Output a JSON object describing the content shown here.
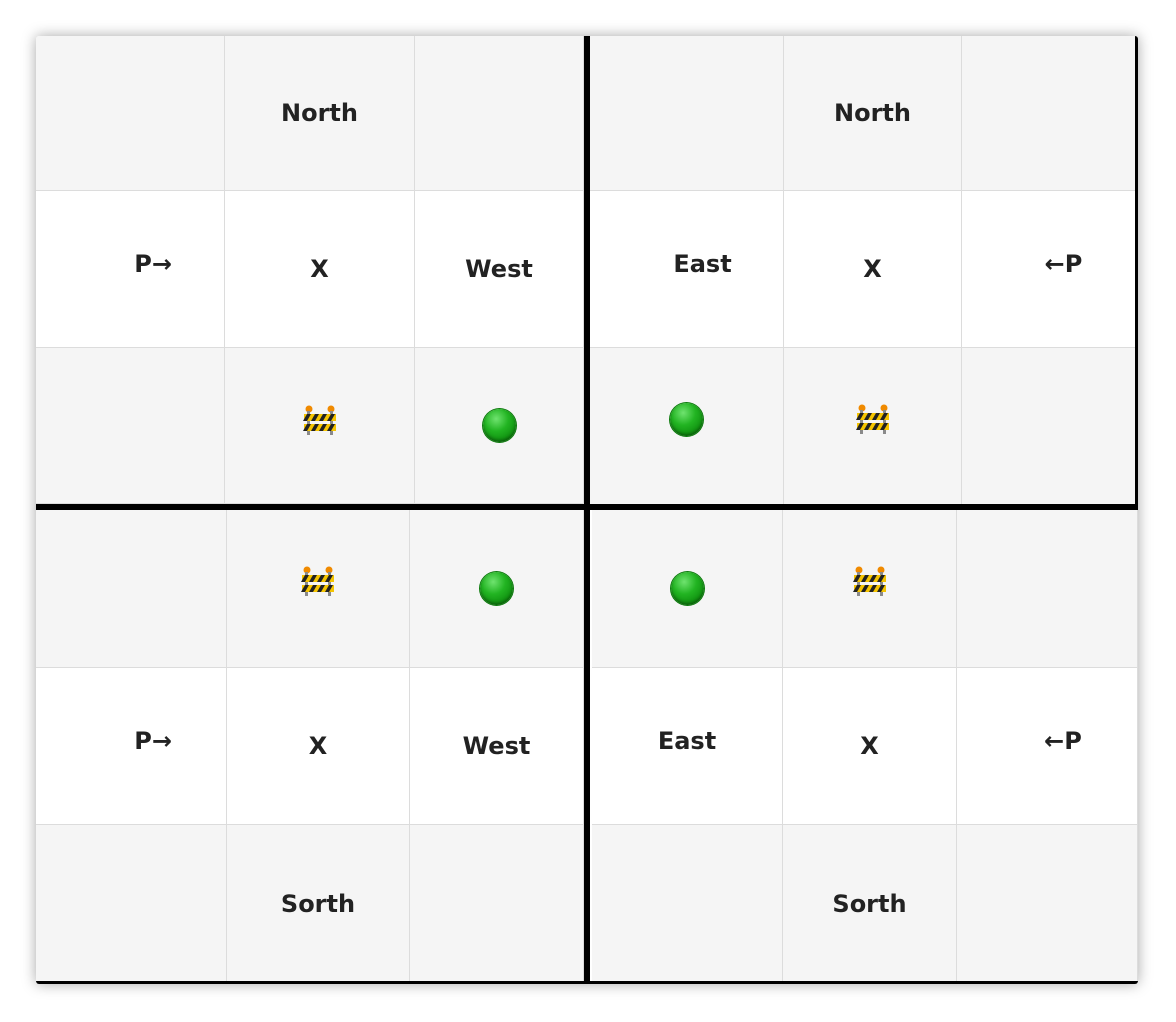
{
  "icons": {
    "start": "green-dot-icon",
    "block": "roadblock-icon"
  },
  "colors": {
    "grid_line": "#dcdcdc",
    "divider": "#000000",
    "cell_alt": "#f5f5f5"
  },
  "quadrants": [
    {
      "id": "top-left",
      "rows": [
        [
          "",
          "North",
          ""
        ],
        [
          "P→",
          "X",
          "West"
        ],
        [
          "",
          "[block]",
          "[start]"
        ]
      ]
    },
    {
      "id": "top-right",
      "rows": [
        [
          "",
          "North",
          ""
        ],
        [
          "East",
          "X",
          "←P"
        ],
        [
          "[start]",
          "[block]",
          ""
        ]
      ]
    },
    {
      "id": "bottom-left",
      "rows": [
        [
          "",
          "[block]",
          "[start]"
        ],
        [
          "P→",
          "X",
          "West"
        ],
        [
          "",
          "Sorth",
          ""
        ]
      ]
    },
    {
      "id": "bottom-right",
      "rows": [
        [
          "[start]",
          "[block]",
          ""
        ],
        [
          "East",
          "X",
          "←P"
        ],
        [
          "",
          "Sorth",
          ""
        ]
      ]
    }
  ]
}
